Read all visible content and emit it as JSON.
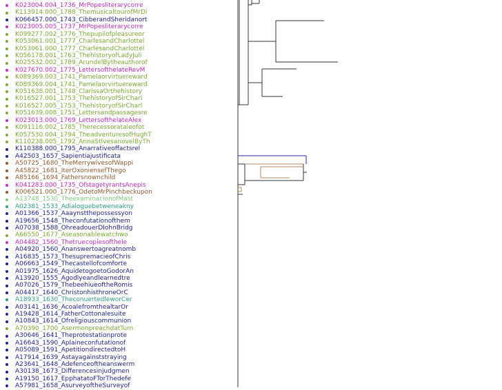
{
  "colors": {
    "pink": "#c02fc0",
    "olive": "#7ca832",
    "navy": "#1f1f8f",
    "brown": "#8f5a2f",
    "teal": "#2f9f7f",
    "lightgreen": "#7fc87f",
    "tree_line": "#333333",
    "tree_blue": "#2a2aaa",
    "tree_tan": "#b08a5a"
  },
  "leaves": [
    {
      "label": "K023004.004_1736_MrPopesliterarycorre",
      "color": "pink"
    },
    {
      "label": "K113914.000_1788_ThemusicaltourofMrDi",
      "color": "olive"
    },
    {
      "label": "K066457.000_1743_CibberandSheridanort",
      "color": "navy"
    },
    {
      "label": "K023005.005_1737_MrPopesliterarycorre",
      "color": "pink"
    },
    {
      "label": "K099277.002_1776_Thepupilofpleasureor",
      "color": "olive"
    },
    {
      "label": "K053061.001_1777_CharlesandCharlottel",
      "color": "olive"
    },
    {
      "label": "K053061.000_1777_CharlesandCharlottel",
      "color": "olive"
    },
    {
      "label": "K056178.001_1763_ThehistoryofLadyJuli",
      "color": "olive"
    },
    {
      "label": "K025532.002_1789_ArundelBytheauthorof",
      "color": "olive"
    },
    {
      "label": "K027670.002_1775_LettersofthelateRevM",
      "color": "pink"
    },
    {
      "label": "K089369.003_1741_Pamelaorvirtuereward",
      "color": "olive"
    },
    {
      "label": "K089369.004_1741_Pamelaorvirtuereward",
      "color": "olive"
    },
    {
      "label": "K051638.001_1748_ClarissaOrthehistory",
      "color": "olive"
    },
    {
      "label": "K016527.001_1753_ThehistoryofSirCharl",
      "color": "olive"
    },
    {
      "label": "K016527.005_1753_ThehistoryofSirCharl",
      "color": "olive"
    },
    {
      "label": "K051639.008_1751_Lettersandpassagesre",
      "color": "olive"
    },
    {
      "label": "K023013.000_1769_LettersofthelateAlex",
      "color": "pink"
    },
    {
      "label": "K091116.002_1785_Therecessorataleofot",
      "color": "olive"
    },
    {
      "label": "K057530.004_1794_TheadventuresofHughT",
      "color": "olive"
    },
    {
      "label": "K110238.005_1792_AnnaStIvesanovelByTh",
      "color": "olive"
    },
    {
      "label": "K110388.000_1795_Anarrativeoffactsrel",
      "color": "navy"
    },
    {
      "label": "A42503_1657_Sapientiajustificata",
      "color": "navy"
    },
    {
      "label": "A50725_1680_TheMerrywivesofWappi",
      "color": "brown"
    },
    {
      "label": "A45822_1681_IterOxoniensefThego",
      "color": "brown"
    },
    {
      "label": "A85166_1694_Fathersnownchild",
      "color": "brown"
    },
    {
      "label": "K041283.000_1735_OfstagetyrantsАnepis",
      "color": "pink"
    },
    {
      "label": "K006521.000_1776_OdetoMrPinchbeckupon",
      "color": "brown"
    },
    {
      "label": "A13748_1530_TheexaminacionofMast",
      "color": "lightgreen"
    },
    {
      "label": "A02381_1533_Adialoguebetweneakny",
      "color": "teal"
    },
    {
      "label": "A01366_1537_Aaaynstthepossessyon",
      "color": "navy"
    },
    {
      "label": "A19656_1548_Theconfutationofthem",
      "color": "navy"
    },
    {
      "label": "A07038_1588_OhreadouerDIohnBridg",
      "color": "navy"
    },
    {
      "label": "A66550_1677_Aseasonablewatchwo",
      "color": "olive"
    },
    {
      "label": "A04482_1560_Thetruecopiesofthele",
      "color": "pink"
    },
    {
      "label": "A04920_1560_Ananswertoagreatnomb",
      "color": "navy"
    },
    {
      "label": "A16835_1573_ThesupremacieofChris",
      "color": "navy"
    },
    {
      "label": "A06663_1549_Thecastellofcomforte",
      "color": "navy"
    },
    {
      "label": "A01975_1626_AquidetogoetoGodorAn",
      "color": "navy"
    },
    {
      "label": "A13920_1555_Agodlyeandlearnedtre",
      "color": "navy"
    },
    {
      "label": "A07026_1579_ThebeehiueoftheRomis",
      "color": "navy"
    },
    {
      "label": "A04417_1640_ChristonhisthroneOrC",
      "color": "navy"
    },
    {
      "label": "A18933_1630_TheconuertedleworCer",
      "color": "teal"
    },
    {
      "label": "A03141_1636_AcoalefromthealtarOr",
      "color": "navy"
    },
    {
      "label": "A19428_1614_FatherCottonalesuite",
      "color": "navy"
    },
    {
      "label": "A10843_1614_Ofreligiouscommunion",
      "color": "navy"
    },
    {
      "label": "A70390_1700_AsermonpreachdatTurn",
      "color": "olive"
    },
    {
      "label": "A30646_1641_Theprotestationprote",
      "color": "navy"
    },
    {
      "label": "A16643_1590_Aplaineconfutationof",
      "color": "navy"
    },
    {
      "label": "A05089_1591_ApetitiondirectedtoH",
      "color": "navy"
    },
    {
      "label": "A17914_1639_Astayagainststraying",
      "color": "navy"
    },
    {
      "label": "A23641_1648_Adefenceoftheanswerm",
      "color": "navy"
    },
    {
      "label": "A30138_1673_Differencesinjudgmen",
      "color": "navy"
    },
    {
      "label": "A19150_1617_EpphatatoFTorThedefe",
      "color": "navy"
    },
    {
      "label": "A57981_1658_AsurveyoftheSurveyof",
      "color": "navy"
    }
  ]
}
